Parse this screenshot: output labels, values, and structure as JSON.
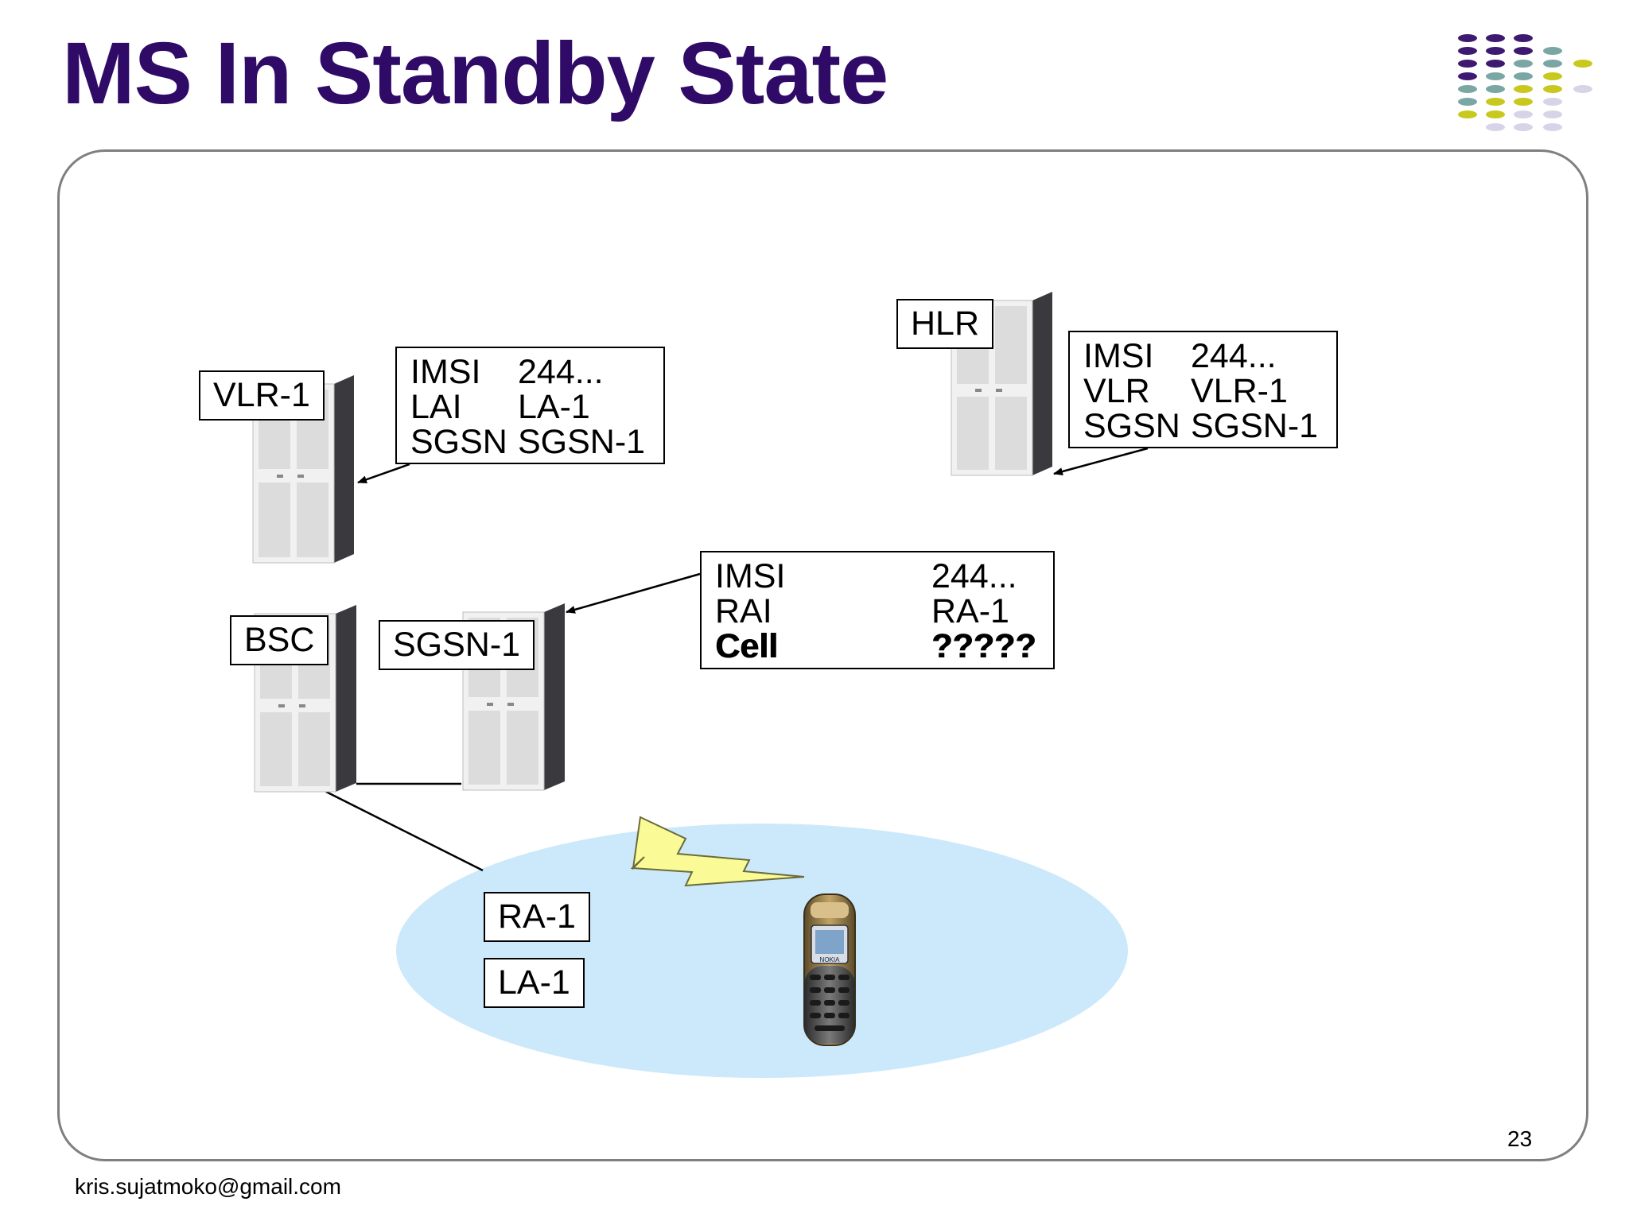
{
  "slide": {
    "title": "MS In Standby State",
    "footer": "kris.sujatmoko@gmail.com",
    "page_number": "23"
  },
  "colors": {
    "title": "#2f0a66",
    "area": "#cce9fb",
    "signal": "#fafa96",
    "frame": "#7f7f7f"
  },
  "nodes": {
    "vlr": "VLR-1",
    "hlr": "HLR",
    "bsc": "BSC",
    "sgsn": "SGSN-1",
    "ra": "RA-1",
    "la": "LA-1"
  },
  "vlr_table": [
    {
      "key": "IMSI",
      "value": "244..."
    },
    {
      "key": "LAI",
      "value": "LA-1"
    },
    {
      "key": "SGSN",
      "value": "SGSN-1"
    }
  ],
  "hlr_table": [
    {
      "key": "IMSI",
      "value": "244..."
    },
    {
      "key": "VLR",
      "value": "VLR-1"
    },
    {
      "key": "SGSN",
      "value": "SGSN-1"
    }
  ],
  "sgsn_table": [
    {
      "key": "IMSI",
      "value": "244..."
    },
    {
      "key": "RAI",
      "value": "RA-1"
    },
    {
      "key": "Cell",
      "value": "?????"
    }
  ],
  "phone_brand": "NOKIA"
}
